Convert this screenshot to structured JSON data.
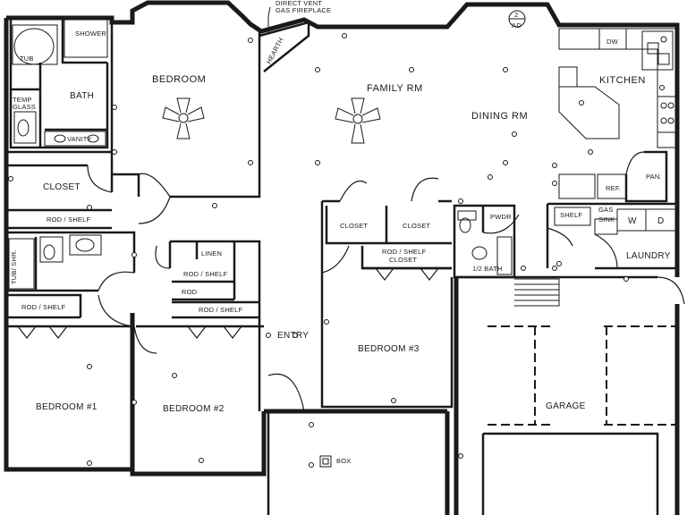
{
  "rooms": {
    "bedroom_master": "BEDROOM",
    "family_rm": "FAMILY RM",
    "dining_rm": "DINING RM",
    "kitchen": "KITCHEN",
    "bath": "BATH",
    "tub": "TUB",
    "shower": "SHOWER",
    "temp_glass": [
      "TEMP",
      "GLASS"
    ],
    "vanity": "VANITY",
    "closet_master": "CLOSET",
    "rod_shelf_master": "ROD / SHELF",
    "tub_shr": "TUB/ SHR.",
    "rod_shelf_1": "ROD / SHELF",
    "bedroom_1": "BEDROOM #1",
    "linen": "LINEN",
    "rod_shelf_2a": "ROD / SHELF",
    "rod_2": "ROD",
    "rod_shelf_2b": "ROD / SHELF",
    "bedroom_2": "BEDROOM #2",
    "entry": "ENTRY",
    "closet_3a": "CLOSET",
    "closet_3b": "CLOSET",
    "rod_shelf_closet": [
      "ROD / SHELF",
      "CLOSET"
    ],
    "bedroom_3": "BEDROOM #3",
    "pwdr": "PWDR",
    "half_bath": "1/2 BATH",
    "shelf": "SHELF",
    "gas_sink": [
      "GAS",
      "SINK"
    ],
    "washer": "W",
    "dryer": "D",
    "laundry": "LAUNDRY",
    "ref": "REF.",
    "pan": "PAN.",
    "dw": "DW",
    "garage": "GARAGE",
    "box": "BOX"
  },
  "notes": {
    "fireplace": [
      "DIRECT VENT",
      "GAS FIREPLACE"
    ],
    "hearth": "HEARTH",
    "ad_number": "2",
    "ad": "AD"
  }
}
